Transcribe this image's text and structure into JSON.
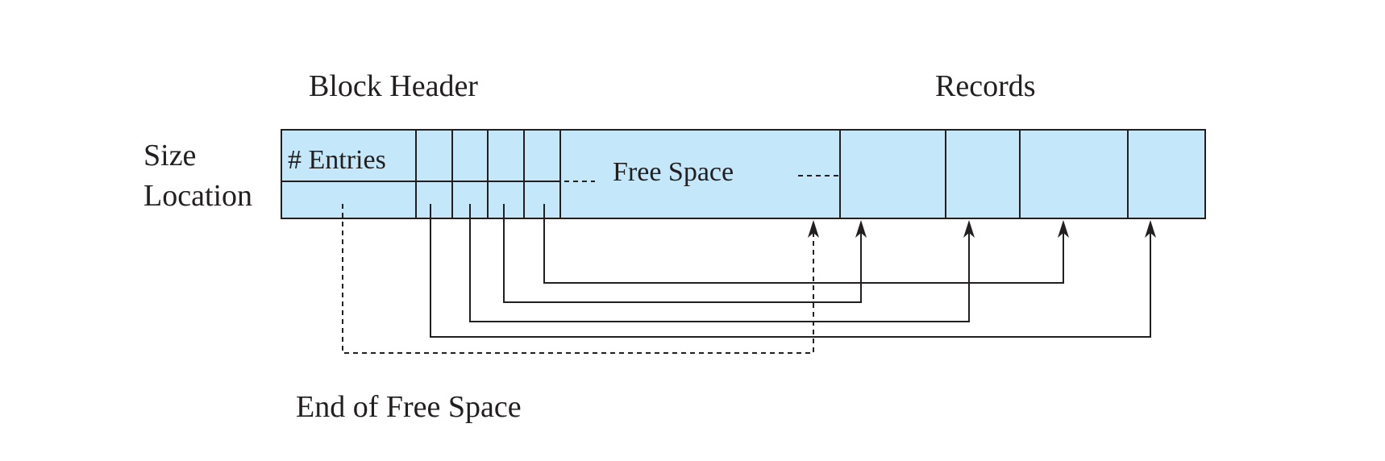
{
  "labels": {
    "block_header": "Block Header",
    "records": "Records",
    "size": "Size",
    "location": "Location",
    "entries": "# Entries",
    "free_space": "Free Space",
    "end_of_free_space": "End of Free Space"
  },
  "colors": {
    "cell_fill": "#c4e8f9",
    "stroke": "#231f20"
  }
}
